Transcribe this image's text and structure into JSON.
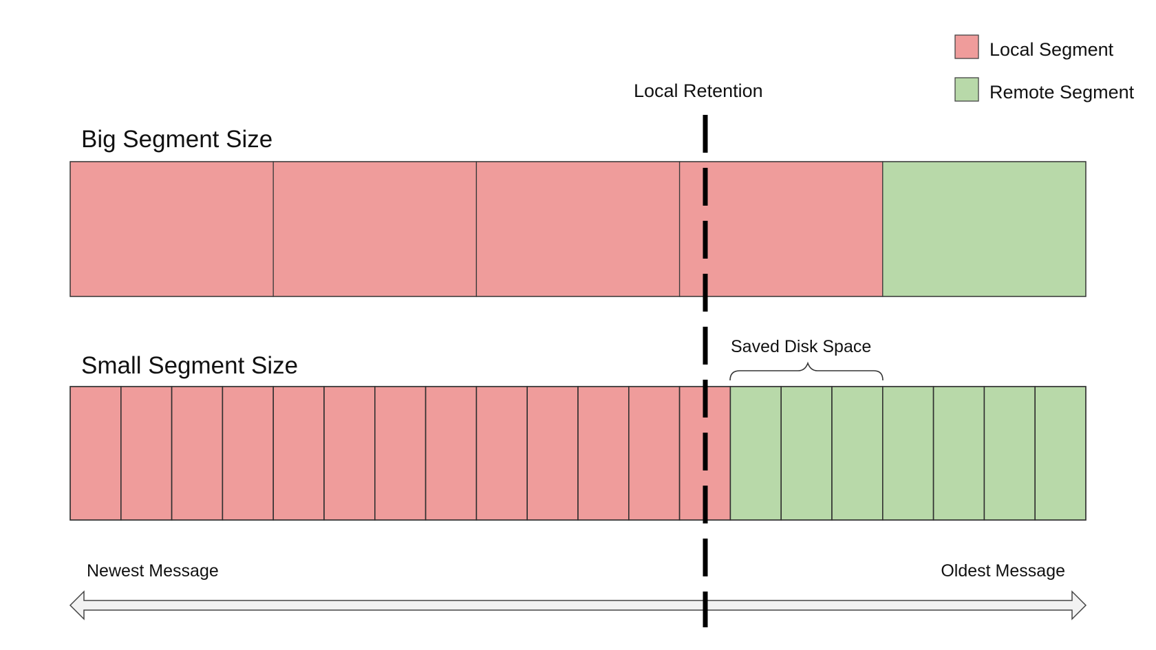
{
  "colors": {
    "local": "#ef9c9b",
    "remote": "#b8d9a9",
    "retention_line": "#000000",
    "timeline_fill": "#f2f2f2"
  },
  "legend": {
    "local_label": "Local Segment",
    "remote_label": "Remote Segment"
  },
  "retention_label": "Local Retention",
  "big_row": {
    "title": "Big Segment Size",
    "segments": [
      "local",
      "local",
      "local",
      "local",
      "remote"
    ]
  },
  "small_row": {
    "title": "Small Segment Size",
    "segments": [
      "local",
      "local",
      "local",
      "local",
      "local",
      "local",
      "local",
      "local",
      "local",
      "local",
      "local",
      "local",
      "local",
      "remote",
      "remote",
      "remote",
      "remote",
      "remote",
      "remote",
      "remote"
    ]
  },
  "saved_label": "Saved Disk Space",
  "timeline": {
    "left_label": "Newest Message",
    "right_label": "Oldest Message"
  }
}
